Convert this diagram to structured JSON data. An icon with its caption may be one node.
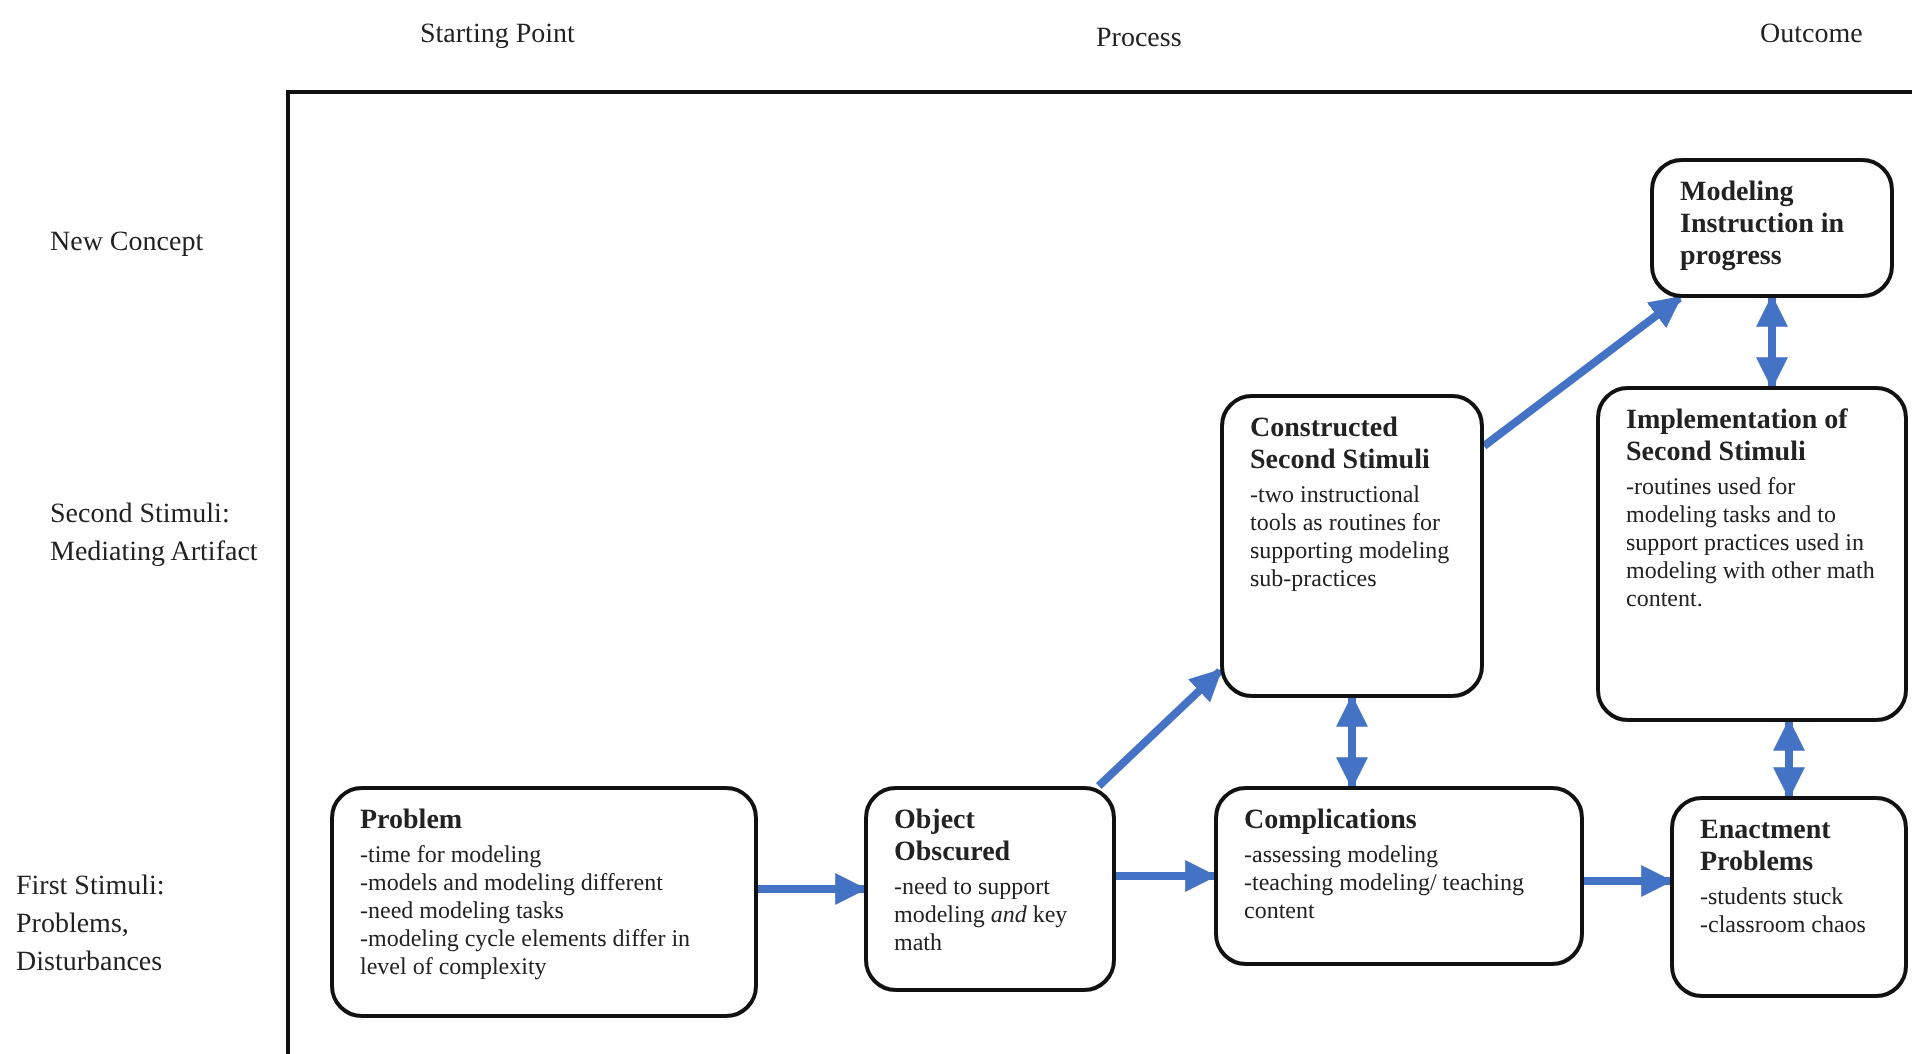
{
  "diagram": {
    "nodes": [
      {
        "text": [
          "Problem",
          "-time for modeling",
          "-models and modeling different",
          "-need modeling tasks",
          "-modeling cycle elements differ in level of complexity"
        ]
      },
      {
        "text": [
          "Object Obscured",
          "-need to support modeling *and* key math"
        ]
      },
      {
        "text": [
          "Complications",
          "-assessing modeling",
          "-teaching modeling/ teaching content"
        ]
      },
      {
        "text": [
          "Enactment Problems",
          "-students stuck",
          "-classroom chaos"
        ]
      },
      {
        "text": [
          "Constructed Second Stimuli",
          "-two instructional tools as routines for supporting modeling sub-practices"
        ]
      },
      {
        "text": [
          "Implementation of Second Stimuli",
          "-routines used for modeling tasks and to support practices used in modeling with other math content."
        ]
      },
      {
        "text": [
          "Modeling Instruction in progress"
        ]
      }
    ],
    "edges": [
      {
        "from": 0,
        "to": 1,
        "arrow": "to"
      },
      {
        "from": 1,
        "to": 2,
        "arrow": "to"
      },
      {
        "from": 2,
        "to": 3,
        "arrow": "to"
      },
      {
        "from": 1,
        "to": 4,
        "arrow": "to"
      },
      {
        "from": 4,
        "to": 6,
        "arrow": "to"
      },
      {
        "from": 4,
        "to": 2,
        "arrow": "both"
      },
      {
        "from": 5,
        "to": 3,
        "arrow": "both"
      },
      {
        "from": 6,
        "to": 5,
        "arrow": "both"
      }
    ],
    "labels": [
      "Starting Point",
      "Process",
      "Outcome",
      "New Concept",
      "Second Stimuli: Mediating Artifact",
      "First Stimuli: Problems, Disturbances"
    ]
  }
}
